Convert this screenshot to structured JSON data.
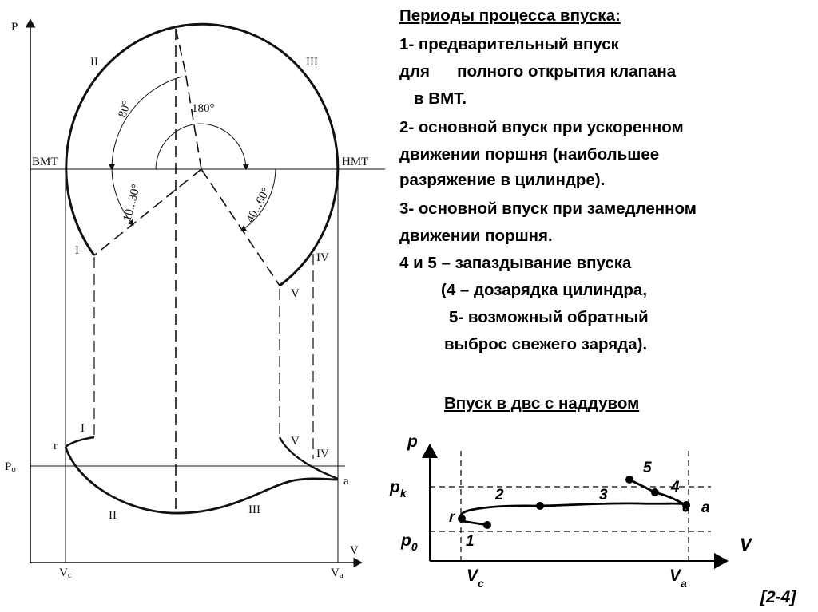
{
  "text_panel": {
    "heading": "Периоды процесса впуска:",
    "lines": [
      "1- предварительный впуск",
      "для      полного открытия клапана",
      "в ВМТ.",
      "2- основной впуск при ускоренном",
      "движении поршня (наибольшее",
      "разряжение в цилиндре).",
      "3- основной впуск при замедленном",
      "движении поршня.",
      "4 и 5 – запаздывание впуска",
      "(4 – дозарядка цилиндра,",
      "5- возможный обратный",
      "выброс свежего заряда)."
    ],
    "subheading": "Впуск в двс с наддувом",
    "reference": "[2-4]"
  },
  "left_diagram": {
    "axis_p": "P",
    "axis_v": "V",
    "bmt": "ВМТ",
    "nmt": "НМТ",
    "roman": [
      "I",
      "II",
      "III",
      "IV",
      "V"
    ],
    "angle_80": "80°",
    "angle_180": "180°",
    "angle_10_30": "10...30°",
    "angle_40_60": "40...60°",
    "point_r": "r",
    "point_a": "a",
    "p0_base": "P",
    "p0_sub": "o",
    "vc_base": "V",
    "vc_sub": "c",
    "va_base": "V",
    "va_sub": "a"
  },
  "right_diagram": {
    "axis_p": "p",
    "axis_v": "V",
    "pk_base": "p",
    "pk_sub": "k",
    "p0_base": "p",
    "p0_sub": "0",
    "vc_base": "V",
    "vc_sub": "c",
    "va_base": "V",
    "va_sub": "a",
    "points": [
      "1",
      "2",
      "3",
      "4",
      "5"
    ],
    "point_r": "r",
    "point_a": "a"
  }
}
